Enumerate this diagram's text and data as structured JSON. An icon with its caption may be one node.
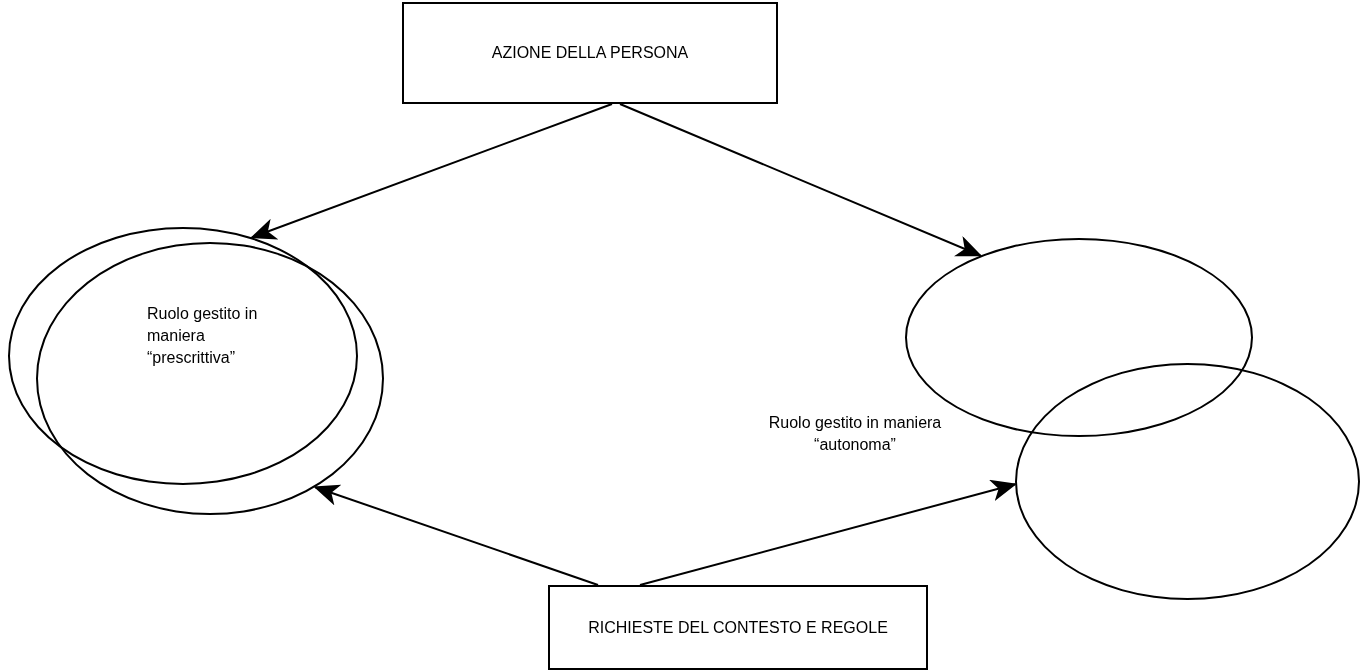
{
  "diagram": {
    "nodes": [
      {
        "text": [
          "AZIONE DELLA PERSONA"
        ]
      },
      {
        "text": [
          "Ruolo gestito in maniera “prescrittiva”"
        ]
      },
      {
        "text": [],
        "shape": "ellipse"
      },
      {
        "text": [],
        "shape": "ellipse"
      },
      {
        "text": [],
        "shape": "ellipse"
      },
      {
        "text": [
          "RICHIESTE DEL CONTESTO E REGOLE"
        ]
      }
    ],
    "edges": [
      {
        "from": 0,
        "to": 1,
        "arrow": "to"
      },
      {
        "from": 0,
        "to": 3,
        "arrow": "to"
      },
      {
        "from": 5,
        "to": 2,
        "arrow": "to"
      },
      {
        "from": 5,
        "to": 4,
        "arrow": "to"
      }
    ],
    "labels": [
      "Ruolo gestito in maniera “autonoma”"
    ]
  }
}
